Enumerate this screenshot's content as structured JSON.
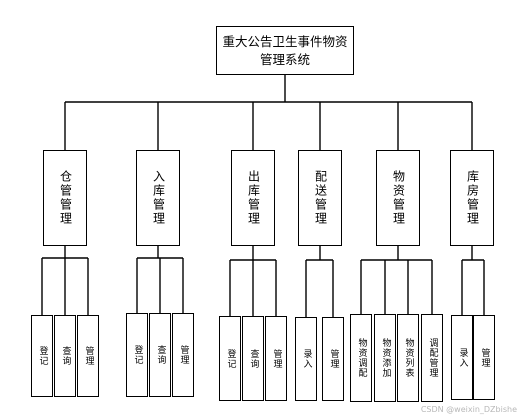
{
  "root": {
    "line1": "重大公告卫生事件物资",
    "line2": "管理系统"
  },
  "modules": [
    {
      "label": "仓管管理",
      "children": [
        "登记",
        "查询",
        "管理"
      ]
    },
    {
      "label": "入库管理",
      "children": [
        "登记",
        "查询",
        "管理"
      ]
    },
    {
      "label": "出库管理",
      "children": [
        "登记",
        "查询",
        "管理"
      ]
    },
    {
      "label": "配送管理",
      "children": [
        "录入",
        "管理"
      ]
    },
    {
      "label": "物资管理",
      "children": [
        "物资调配",
        "物资添加",
        "物资列表",
        "调配管理"
      ]
    },
    {
      "label": "库房管理",
      "children": [
        "录入",
        "管理"
      ]
    }
  ],
  "watermark": "CSDN @weixin_DZbishe"
}
